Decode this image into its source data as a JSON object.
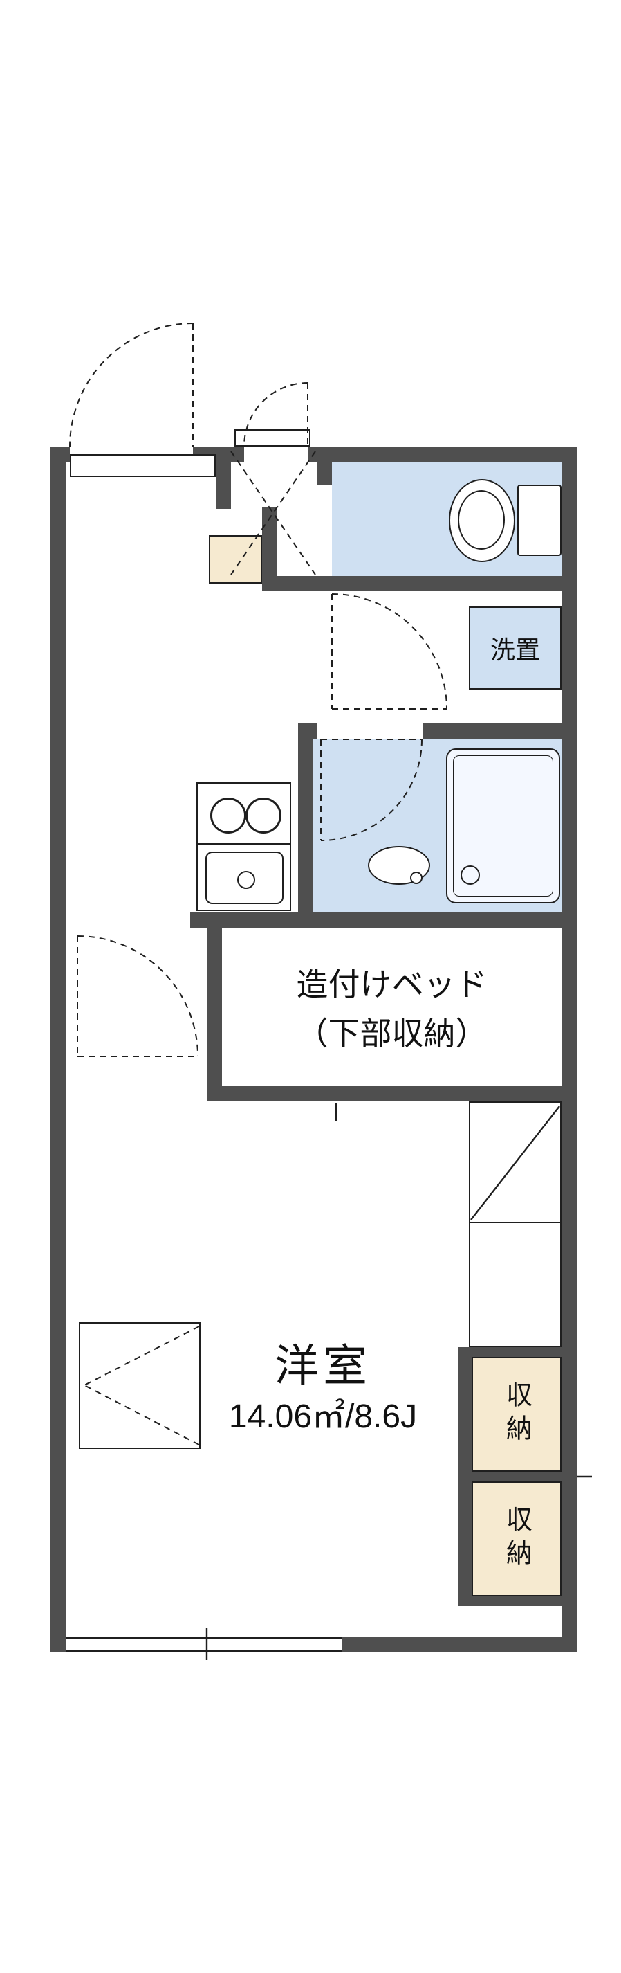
{
  "floorplan": {
    "labels": {
      "laundry": "洗置",
      "bed_line1": "造付けベッド",
      "bed_line2": "（下部収納）",
      "room_name": "洋室",
      "room_size": "14.06㎡/8.6J",
      "closet_upper": "収納",
      "closet_lower": "収納"
    },
    "colors": {
      "wall": "#4f4f4f",
      "wet": "#cfe0f2",
      "storage": "#f6ead0",
      "line": "#1f1f1f"
    }
  }
}
